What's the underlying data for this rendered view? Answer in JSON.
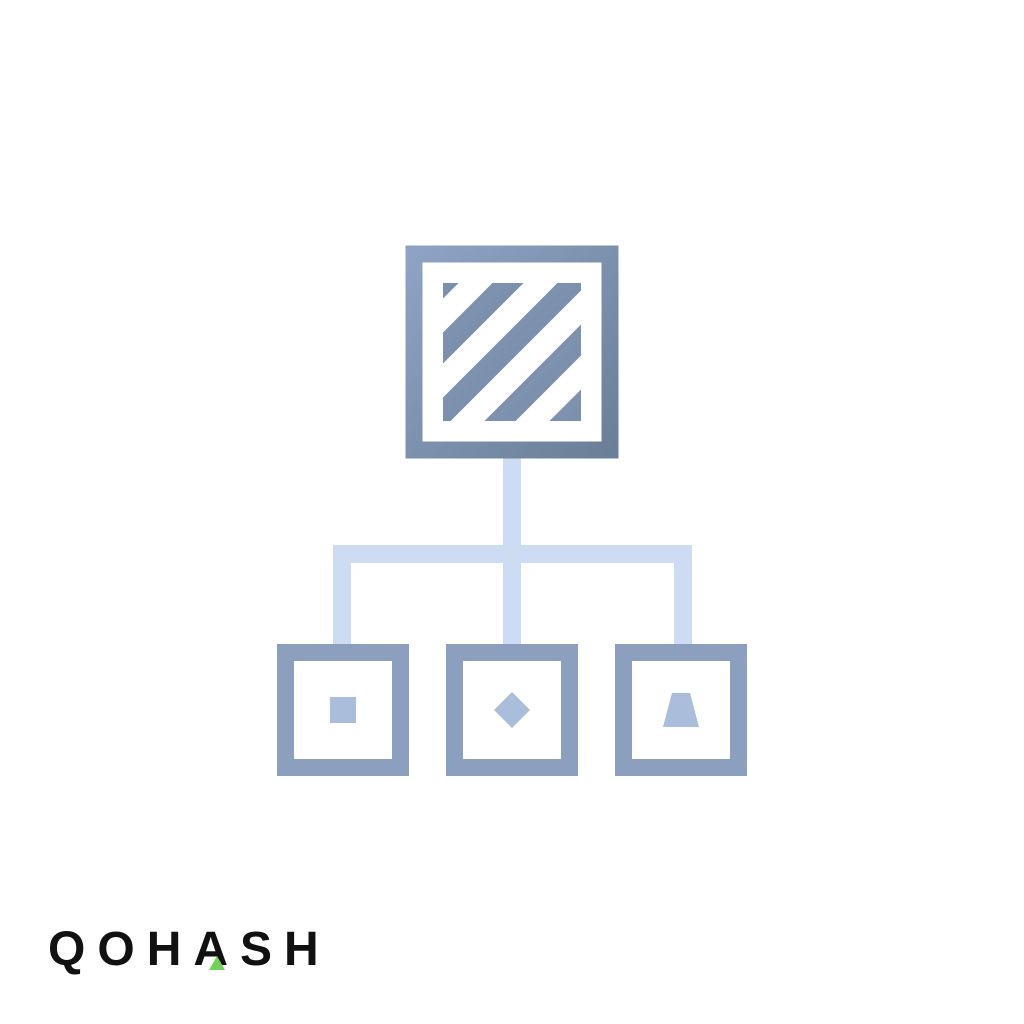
{
  "brand": {
    "name_chars": [
      "Q",
      "O",
      "H",
      "A",
      "S",
      "H"
    ],
    "accent_color": "#6fd35a"
  },
  "diagram": {
    "icon": "hierarchy-diagram-icon",
    "colors": {
      "root_gradient_start": "#8ea3c4",
      "root_gradient_end": "#6b7f98",
      "connector": "#cddcf2",
      "child_frame": "#8d9fbe",
      "child_glyph": "#aabddb"
    },
    "root": {
      "fill": "diagonal-stripes"
    },
    "children": [
      {
        "glyph": "square"
      },
      {
        "glyph": "diamond"
      },
      {
        "glyph": "triangle"
      }
    ]
  }
}
